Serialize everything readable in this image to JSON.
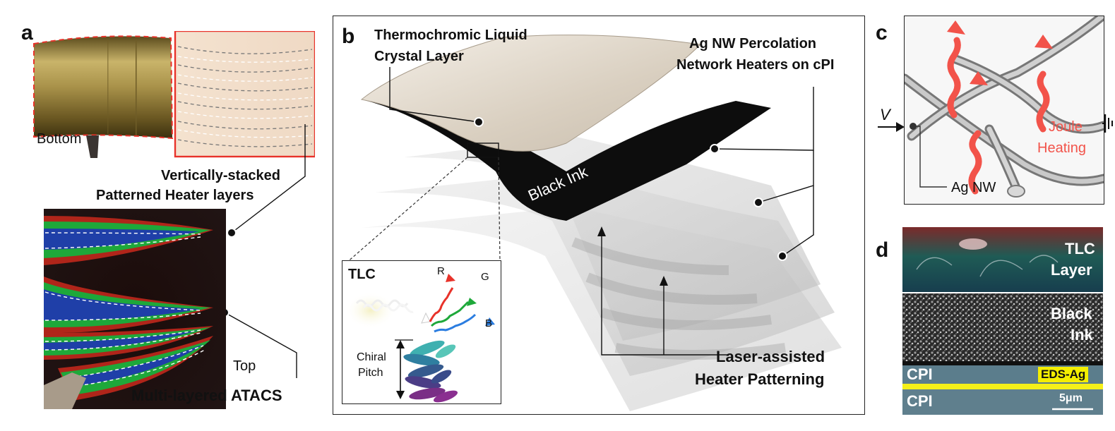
{
  "figure": {
    "panel_a": {
      "letter": "a",
      "photo_label": "Bottom",
      "heater_label_line1": "Vertically-stacked",
      "heater_label_line2": "Patterned Heater layers",
      "top_label": "Top",
      "device_label": "Multi-layered ATACS"
    },
    "panel_b": {
      "letter": "b",
      "tlc_layer_line1": "Thermochromic Liquid",
      "tlc_layer_line2": "Crystal Layer",
      "ag_heater_line1": "Ag NW Percolation",
      "ag_heater_line2": "Network Heaters on cPI",
      "black_ink": "Black Ink",
      "laser_line1": "Laser-assisted",
      "laser_line2": "Heater Patterning",
      "inset_title": "TLC",
      "inset_r": "R",
      "inset_g": "G",
      "inset_b": "B",
      "chiral_line1": "Chiral",
      "chiral_line2": "Pitch"
    },
    "panel_c": {
      "letter": "c",
      "voltage": "V",
      "joule_line1": "Joule",
      "joule_line2": "Heating",
      "agnw": "Ag NW"
    },
    "panel_d": {
      "letter": "d",
      "tlc_line1": "TLC",
      "tlc_line2": "Layer",
      "ink_line1": "Black",
      "ink_line2": "Ink",
      "cpi_top": "CPI",
      "eds": "EDS-Ag",
      "cpi_bottom": "CPI",
      "scale": "5μm"
    },
    "colors": {
      "accent_red": "#e8322a",
      "heating_red": "#f2534a",
      "eds_yellow": "#f4ee00",
      "thermal_blue": "#1f3fa8",
      "thermal_green": "#1ea83a"
    }
  }
}
